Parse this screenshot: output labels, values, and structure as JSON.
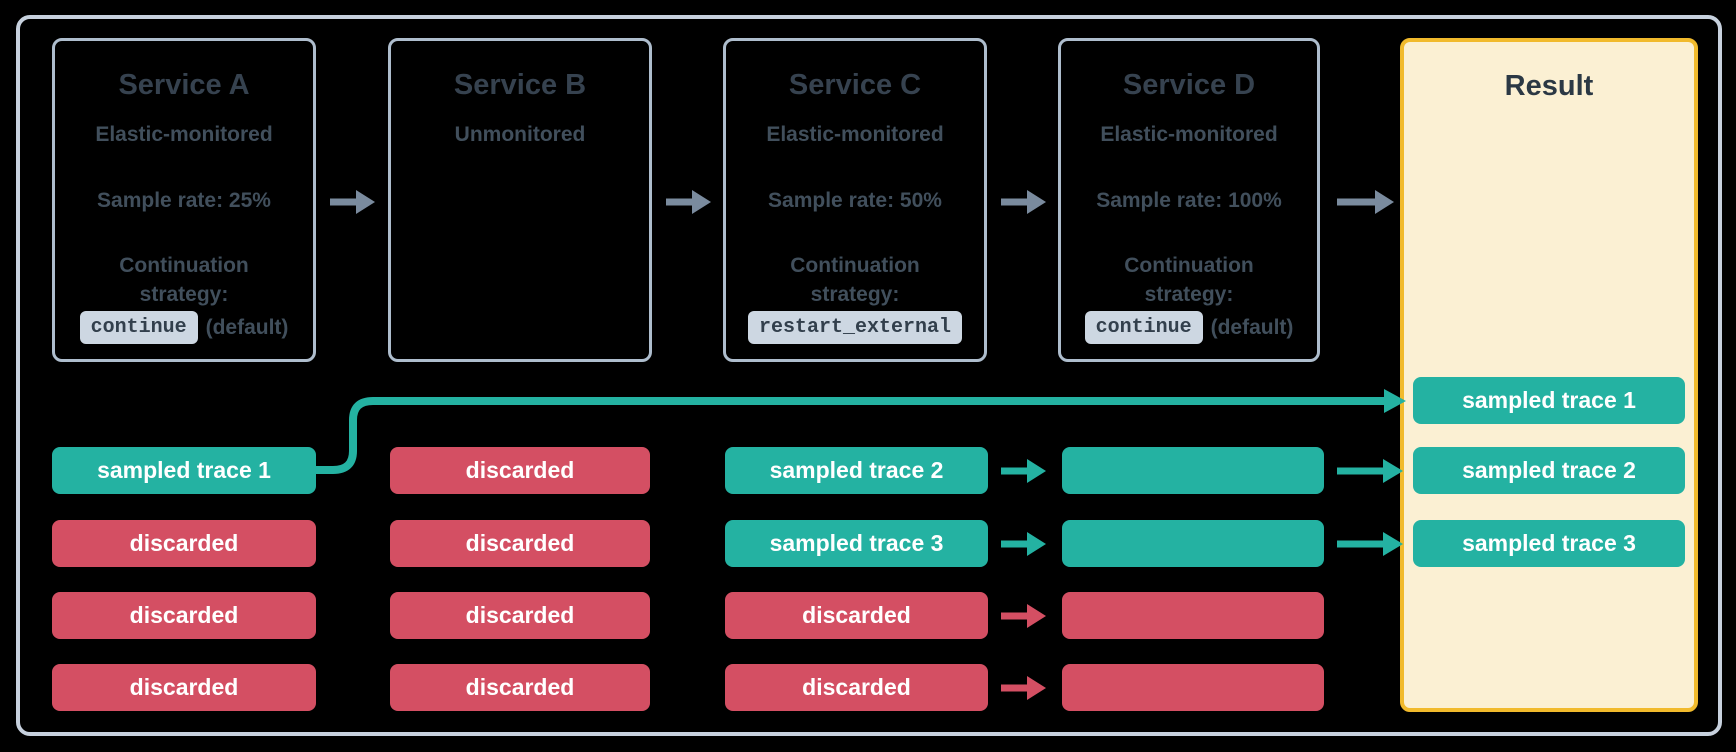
{
  "services": [
    {
      "title": "Service A",
      "subtitle": "Elastic-monitored",
      "sample_rate": "Sample rate: 25%",
      "strategy_label": "Continuation strategy:",
      "strategy_code": "continue",
      "strategy_suffix": "(default)"
    },
    {
      "title": "Service B",
      "subtitle": "Unmonitored"
    },
    {
      "title": "Service C",
      "subtitle": "Elastic-monitored",
      "sample_rate": "Sample rate: 50%",
      "strategy_label": "Continuation strategy:",
      "strategy_code": "restart_external",
      "strategy_suffix": ""
    },
    {
      "title": "Service D",
      "subtitle": "Elastic-monitored",
      "sample_rate": "Sample rate: 100%",
      "strategy_label": "Continuation strategy:",
      "strategy_code": "continue",
      "strategy_suffix": "(default)"
    }
  ],
  "result": {
    "title": "Result"
  },
  "trace_grid": {
    "service_a": [
      {
        "label": "sampled trace 1",
        "status": "sampled"
      },
      {
        "label": "discarded",
        "status": "discarded"
      },
      {
        "label": "discarded",
        "status": "discarded"
      },
      {
        "label": "discarded",
        "status": "discarded"
      }
    ],
    "service_b": [
      {
        "label": "discarded",
        "status": "discarded"
      },
      {
        "label": "discarded",
        "status": "discarded"
      },
      {
        "label": "discarded",
        "status": "discarded"
      },
      {
        "label": "discarded",
        "status": "discarded"
      }
    ],
    "service_c": [
      {
        "label": "sampled trace 2",
        "status": "sampled"
      },
      {
        "label": "sampled trace 3",
        "status": "sampled"
      },
      {
        "label": "discarded",
        "status": "discarded"
      },
      {
        "label": "discarded",
        "status": "discarded"
      }
    ],
    "service_d": [
      {
        "label": "",
        "status": "sampled"
      },
      {
        "label": "",
        "status": "sampled"
      },
      {
        "label": "",
        "status": "discarded"
      },
      {
        "label": "",
        "status": "discarded"
      }
    ],
    "result": [
      {
        "label": "sampled trace 1",
        "status": "sampled"
      },
      {
        "label": "sampled trace 2",
        "status": "sampled"
      },
      {
        "label": "sampled trace 3",
        "status": "sampled"
      }
    ]
  },
  "colors": {
    "sampled_teal": "#24b2a2",
    "discarded_red": "#d44f63",
    "slate_text": "#414f5c",
    "box_border": "#aebdcd",
    "frame_border": "#c7d1de",
    "flow_arrow": "#7a8b9e",
    "chip_bg": "#cdd7e2",
    "result_bg": "#fbf0d3",
    "result_border": "#f1ba2c"
  }
}
